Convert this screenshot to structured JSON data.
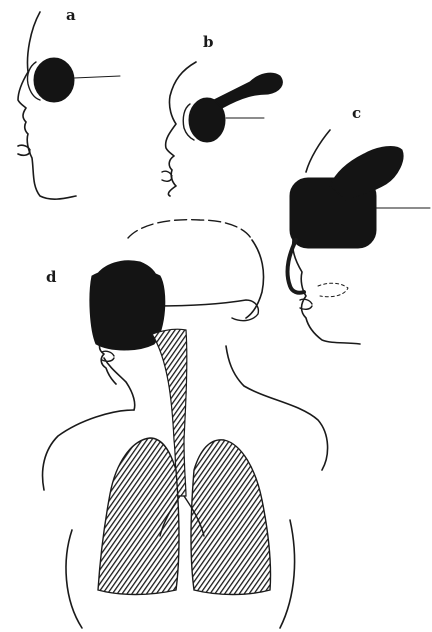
{
  "figure": {
    "labels": {
      "a": "a",
      "b": "b",
      "c": "c",
      "d": "d"
    },
    "ink_color": "#1a1a1a",
    "background_color": "#ffffff"
  }
}
